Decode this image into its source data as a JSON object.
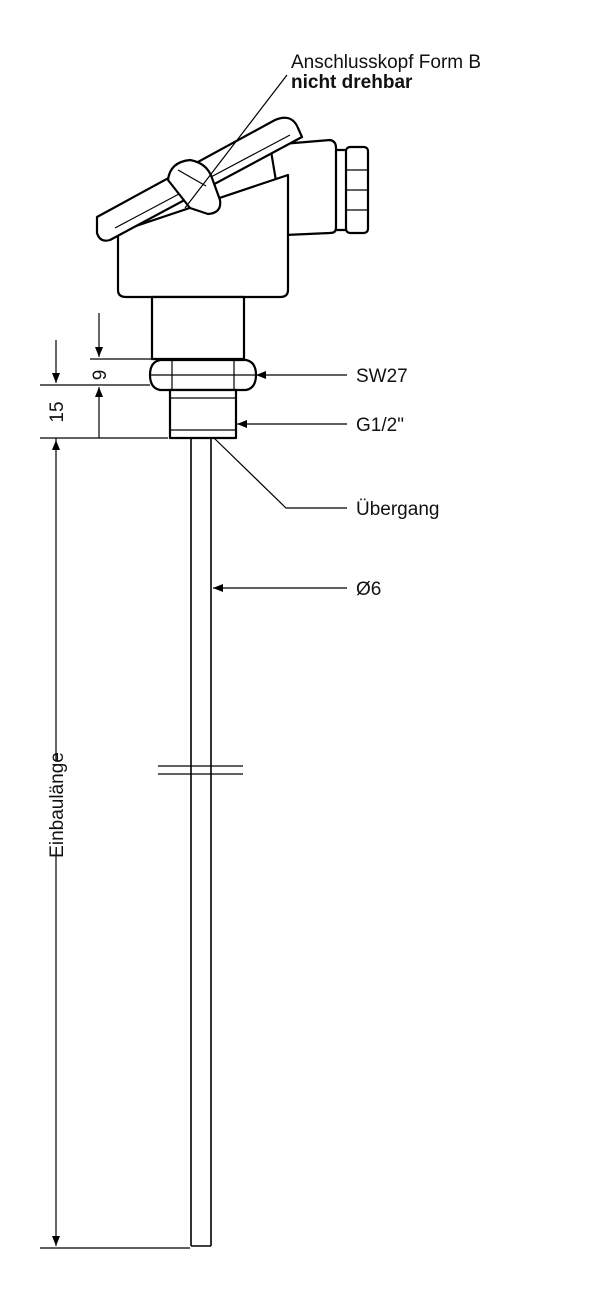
{
  "head": {
    "label_line1": "Anschlusskopf Form B",
    "label_line2": "nicht drehbar"
  },
  "callouts": {
    "wrench_size": "SW27",
    "thread": "G1/2\"",
    "transition": "Übergang",
    "diameter": "Ø6"
  },
  "dimensions": {
    "nut_height": "9",
    "thread_height": "15",
    "insertion_length": "Einbaulänge"
  }
}
